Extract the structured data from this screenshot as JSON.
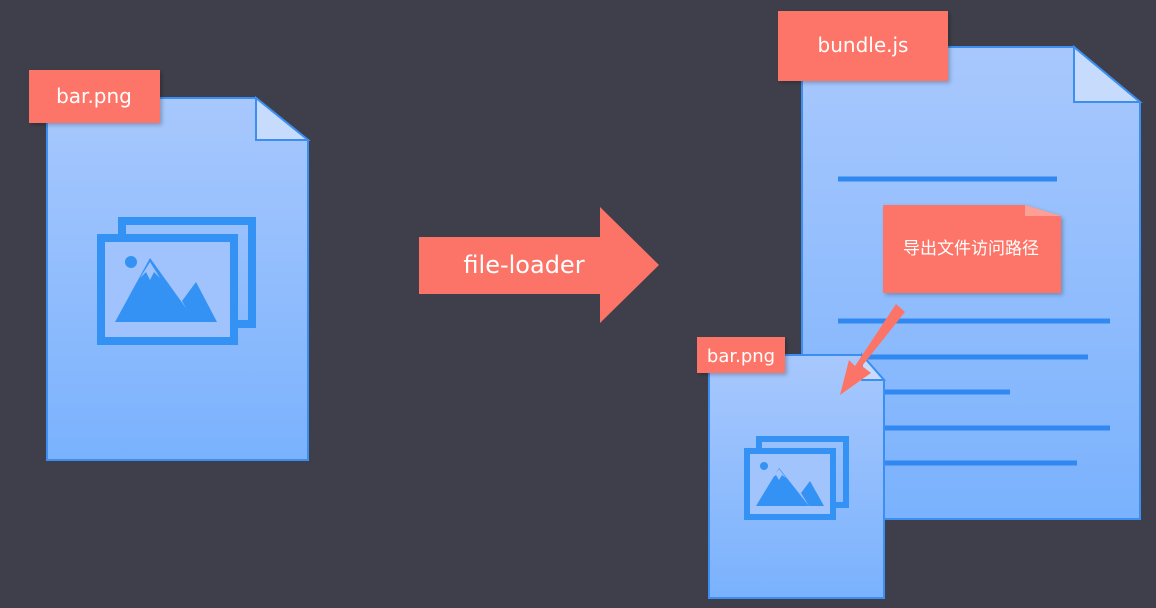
{
  "source_file": {
    "label": "bar.png",
    "icon": "image-gallery-icon"
  },
  "transform": {
    "label": "file-loader",
    "icon": "arrow-right-icon"
  },
  "bundle": {
    "label": "bundle.js",
    "note": "导出文件访问路径",
    "pointer_icon": "arrow-down-left-icon"
  },
  "output_file": {
    "label": "bar.png",
    "icon": "image-gallery-icon"
  },
  "colors": {
    "background": "#3e3f4b",
    "label_fill": "#fc7467",
    "doc_top": "#a8c8fd",
    "doc_bottom": "#7ab2fd",
    "doc_stroke": "#3c8ff0",
    "icon_blue": "#3392f3",
    "line_blue": "#3088f0"
  }
}
